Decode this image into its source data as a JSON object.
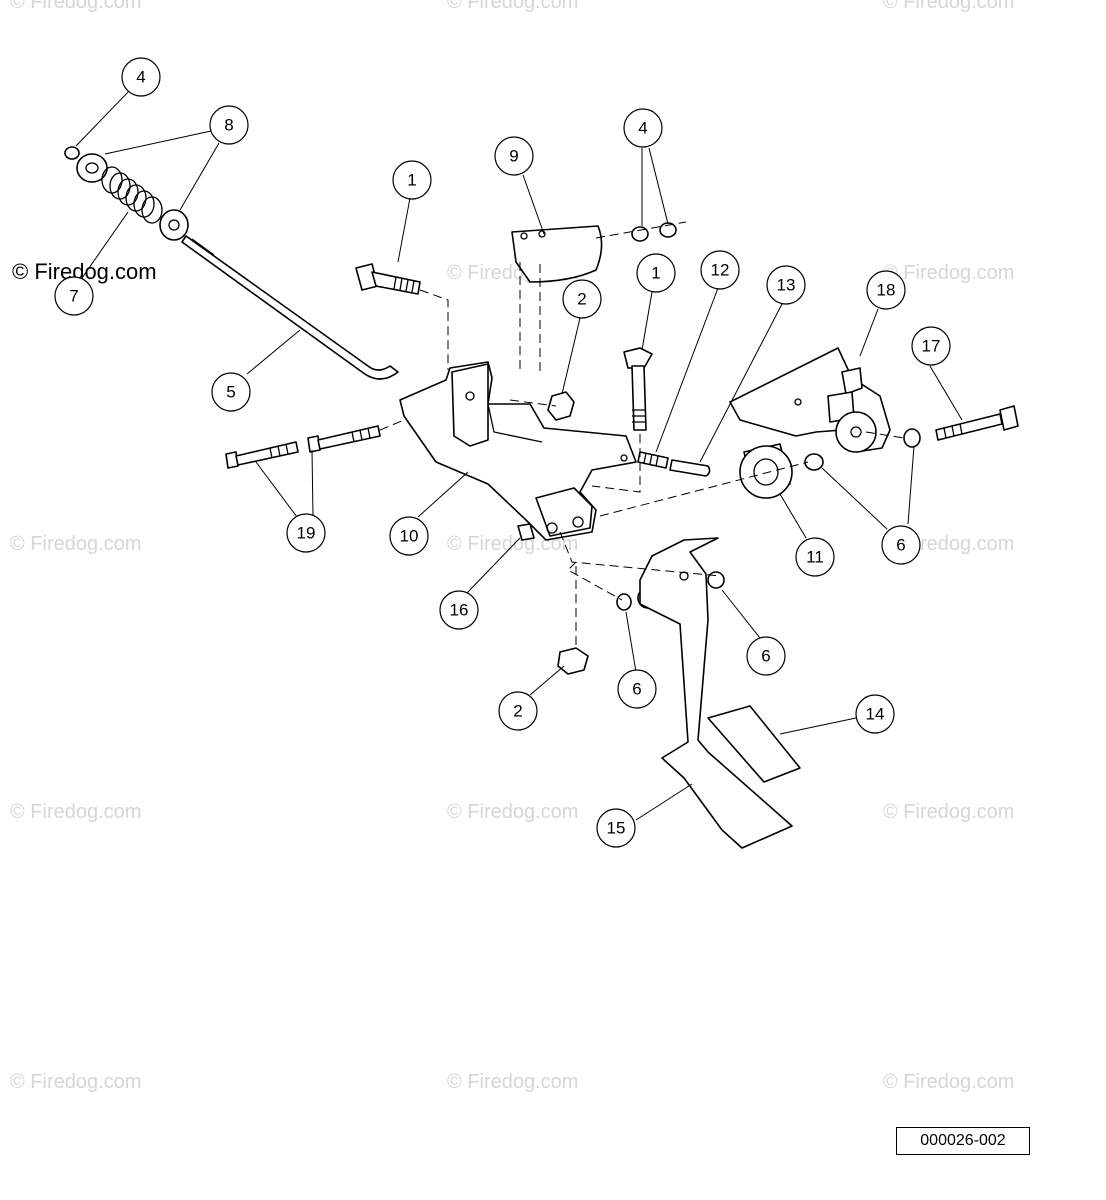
{
  "watermark": "© Firedog.com",
  "reference_code": "000026-002",
  "callouts": [
    "4",
    "8",
    "7",
    "5",
    "1",
    "9",
    "4",
    "2",
    "1",
    "12",
    "13",
    "18",
    "17",
    "19",
    "10",
    "16",
    "2",
    "11",
    "6",
    "6",
    "6",
    "14",
    "15"
  ]
}
